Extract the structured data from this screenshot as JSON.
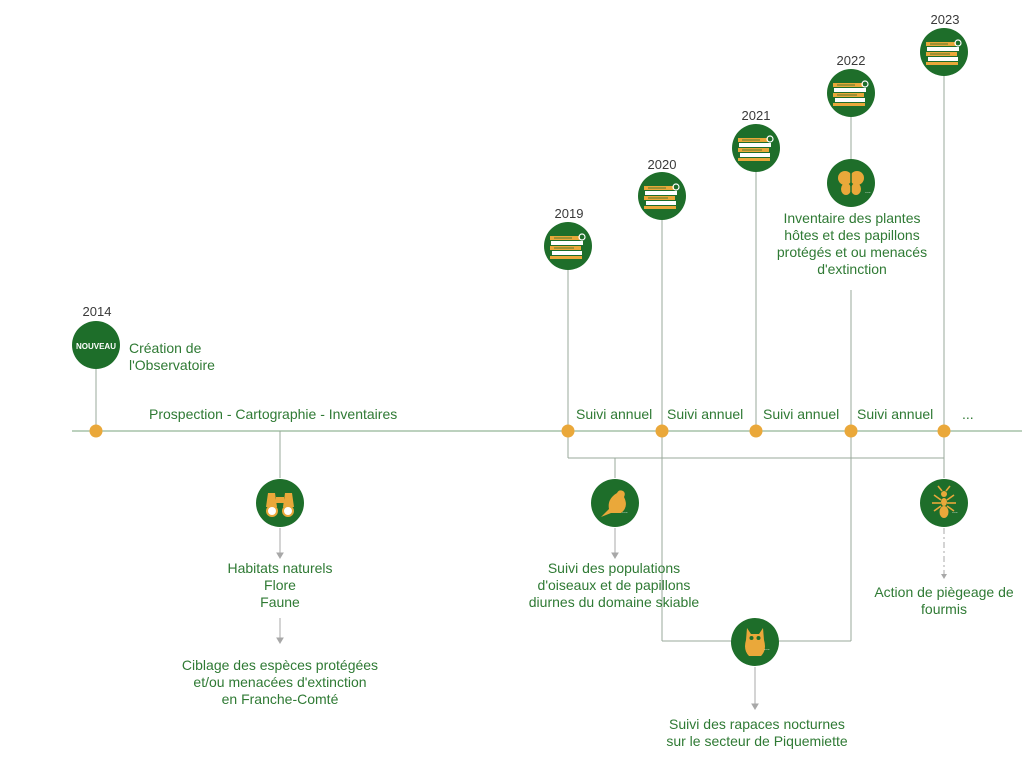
{
  "colors": {
    "green": "#1e6e2a",
    "orange": "#eaa83a",
    "line": "#7aa37d",
    "text": "#2f7a34",
    "year": "#3a3a3a",
    "connector": "#a8a8a8"
  },
  "years": [
    "2014",
    "2019",
    "2020",
    "2021",
    "2022",
    "2023"
  ],
  "badge": {
    "label": "NOUVEAU"
  },
  "labels": {
    "creation": [
      "Création de",
      "l'Observatoire"
    ],
    "prospection": "Prospection - Cartographie - Inventaires",
    "suivi_annuel": "Suivi annuel",
    "ellipsis": "...",
    "habitats": [
      "Habitats naturels",
      "Flore",
      "Faune"
    ],
    "ciblage": [
      "Ciblage des espèces protégées",
      "et/ou menacées d'extinction",
      "en Franche-Comté"
    ],
    "oiseaux": [
      "Suivi des populations",
      "d'oiseaux et de papillons",
      "diurnes du domaine skiable"
    ],
    "rapaces": [
      "Suivi des rapaces nocturnes",
      "sur le secteur de Piquemiette"
    ],
    "fourmis": [
      "Action de piègeage de",
      "fourmis"
    ],
    "plantes": [
      "Inventaire des plantes",
      "hôtes et des papillons",
      "protégés et ou menacés",
      "d'extinction"
    ]
  },
  "icons": {
    "report": "report-books-icon",
    "binoculars": "binoculars-icon",
    "bird": "bird-icon",
    "owl": "owl-icon",
    "ant": "ant-icon",
    "butterfly": "butterfly-icon"
  }
}
